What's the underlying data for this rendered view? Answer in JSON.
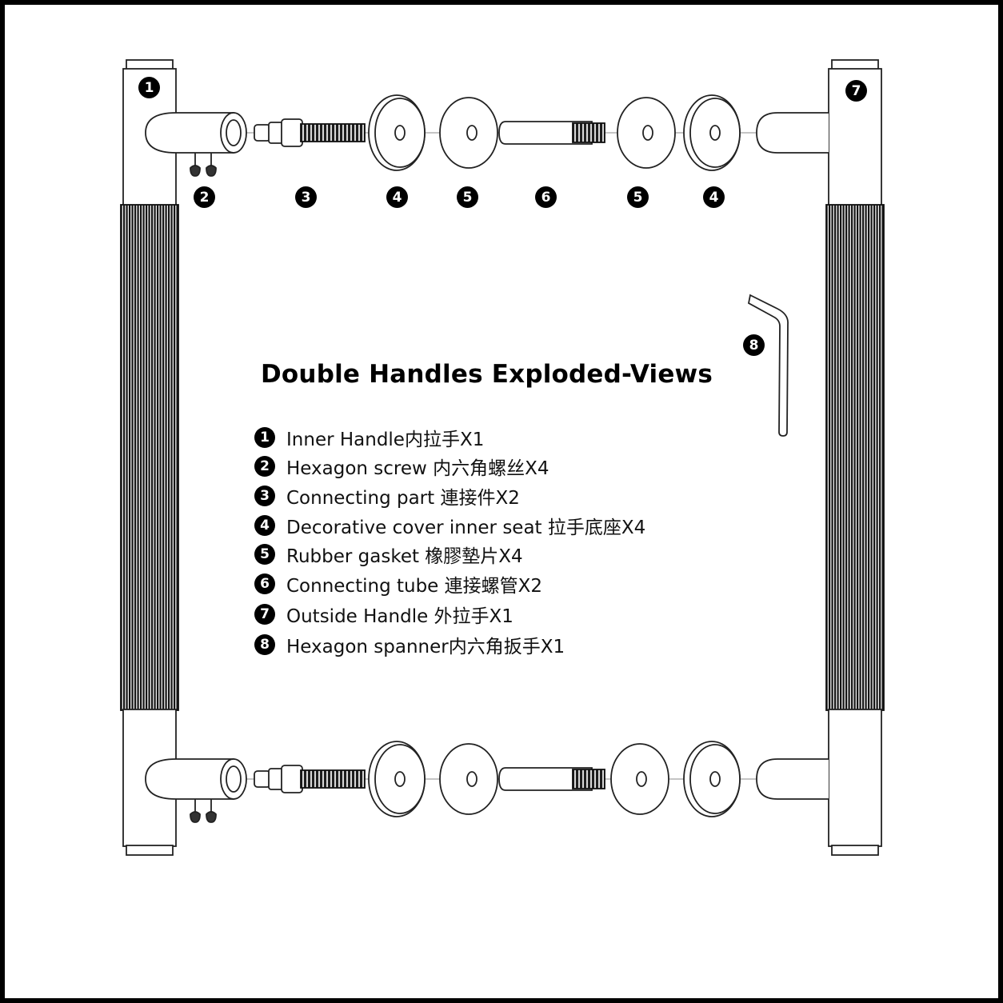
{
  "title": "Double Handles Exploded-Views",
  "legend": [
    {
      "num": "1",
      "text": "Inner Handle内拉手X1"
    },
    {
      "num": "2",
      "text": "Hexagon screw 内六角螺丝X4"
    },
    {
      "num": "3",
      "text": "Connecting part 連接件X2"
    },
    {
      "num": "4",
      "text": "Decorative cover inner seat 拉手底座X4"
    },
    {
      "num": "5",
      "text": "Rubber gasket 橡膠墊片X4"
    },
    {
      "num": "6",
      "text": "Connecting tube 連接螺管X2"
    },
    {
      "num": "7",
      "text": "Outside Handle 外拉手X1"
    },
    {
      "num": "8",
      "text": "Hexagon spanner内六角扳手X1"
    }
  ],
  "callouts": {
    "c1": "1",
    "c2": "2",
    "c3": "3",
    "c4a": "4",
    "c5a": "5",
    "c6": "6",
    "c5b": "5",
    "c4b": "4",
    "c7": "7",
    "c8": "8"
  },
  "colors": {
    "line": "#222222",
    "grip": "#1a1a1a",
    "background": "#ffffff"
  }
}
